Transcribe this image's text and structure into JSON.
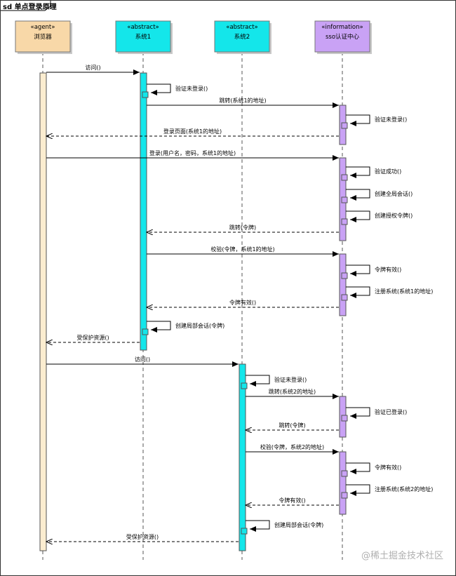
{
  "diagram": {
    "title": "sd 单点登录原理",
    "participants": [
      {
        "id": "browser",
        "stereotype": "«agent»",
        "name": "浏览器",
        "fill": "#f8d8a8",
        "bar": "#fbedd0"
      },
      {
        "id": "sys1",
        "stereotype": "«abstract»",
        "name": "系统1",
        "fill": "#14e6ea",
        "bar": "#14e6ea"
      },
      {
        "id": "sys2",
        "stereotype": "«abstract»",
        "name": "系统2",
        "fill": "#14e6ea",
        "bar": "#14e6ea"
      },
      {
        "id": "sso",
        "stereotype": "«information»",
        "name": "sso认证中心",
        "fill": "#c9a2f5",
        "bar": "#c9a2f5"
      }
    ],
    "messages": [
      {
        "from": "browser",
        "to": "sys1",
        "text": "访问()",
        "style": "solid"
      },
      {
        "from": "sys1",
        "to": "sys1",
        "text": "验证未登录()",
        "style": "self"
      },
      {
        "from": "sys1",
        "to": "sso",
        "text": "跳转(系统1的地址)",
        "style": "solid"
      },
      {
        "from": "sso",
        "to": "sso",
        "text": "验证未登录()",
        "style": "self"
      },
      {
        "from": "sso",
        "to": "browser",
        "text": "登录页面(系统1的地址)",
        "style": "dashed"
      },
      {
        "from": "browser",
        "to": "sso",
        "text": "登录(用户名，密码，系统1的地址)",
        "style": "solid"
      },
      {
        "from": "sso",
        "to": "sso",
        "text": "验证成功()",
        "style": "self"
      },
      {
        "from": "sso",
        "to": "sso",
        "text": "创建全局会话()",
        "style": "self"
      },
      {
        "from": "sso",
        "to": "sso",
        "text": "创建授权令牌()",
        "style": "self"
      },
      {
        "from": "sso",
        "to": "sys1",
        "text": "跳转(令牌)",
        "style": "dashed"
      },
      {
        "from": "sys1",
        "to": "sso",
        "text": "校验(令牌，系统1的地址)",
        "style": "solid"
      },
      {
        "from": "sso",
        "to": "sso",
        "text": "令牌有效()",
        "style": "self"
      },
      {
        "from": "sso",
        "to": "sso",
        "text": "注册系统(系统1的地址)",
        "style": "self"
      },
      {
        "from": "sso",
        "to": "sys1",
        "text": "令牌有效()",
        "style": "dashed"
      },
      {
        "from": "sys1",
        "to": "sys1",
        "text": "创建局部会话(令牌)",
        "style": "self"
      },
      {
        "from": "sys1",
        "to": "browser",
        "text": "受保护资源()",
        "style": "dashed"
      },
      {
        "from": "browser",
        "to": "sys2",
        "text": "访问()",
        "style": "solid"
      },
      {
        "from": "sys2",
        "to": "sys2",
        "text": "验证未登录()",
        "style": "self"
      },
      {
        "from": "sys2",
        "to": "sso",
        "text": "跳转(系统2的地址)",
        "style": "solid"
      },
      {
        "from": "sso",
        "to": "sso",
        "text": "验证已登录()",
        "style": "self"
      },
      {
        "from": "sso",
        "to": "sys2",
        "text": "跳转(令牌)",
        "style": "dashed"
      },
      {
        "from": "sys2",
        "to": "sso",
        "text": "校验(令牌，系统2的地址)",
        "style": "solid"
      },
      {
        "from": "sso",
        "to": "sso",
        "text": "令牌有效()",
        "style": "self"
      },
      {
        "from": "sso",
        "to": "sso",
        "text": "注册系统(系统2的地址)",
        "style": "self"
      },
      {
        "from": "sso",
        "to": "sys2",
        "text": "令牌有效()",
        "style": "dashed"
      },
      {
        "from": "sys2",
        "to": "sys2",
        "text": "创建局部会话(令牌)",
        "style": "self"
      },
      {
        "from": "sys2",
        "to": "browser",
        "text": "受保护资源()",
        "style": "dashed"
      }
    ]
  },
  "watermark": "@稀土掘金技术社区"
}
